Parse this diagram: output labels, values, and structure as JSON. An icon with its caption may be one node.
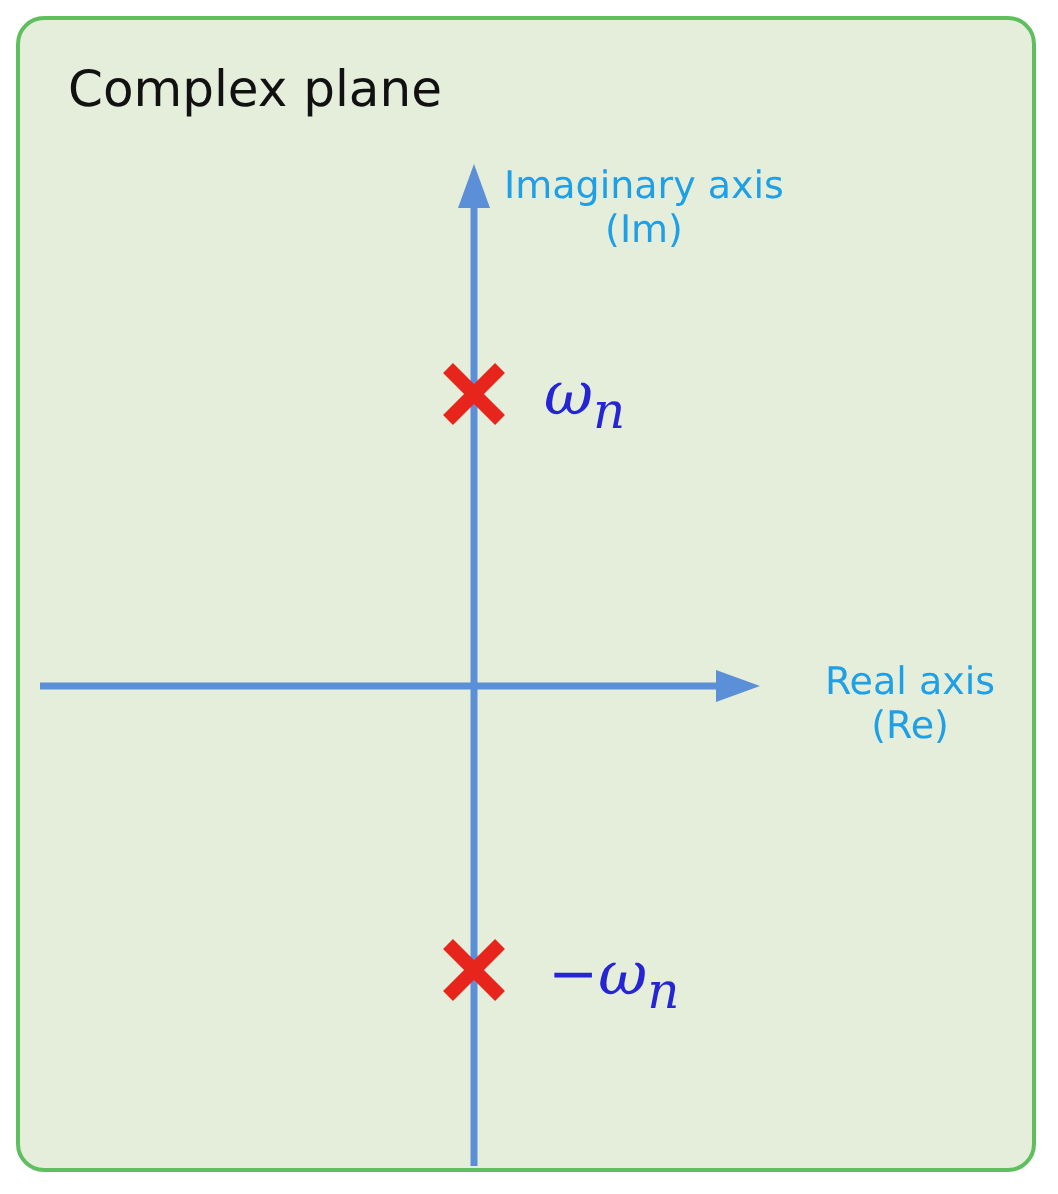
{
  "diagram": {
    "nodes": [
      {
        "text": [
          "Complex plane"
        ]
      }
    ],
    "labels": [
      "Imaginary axis (Im)",
      "ω$_{n}$",
      "Real axis (Re)",
      "−ω$_{n}$"
    ]
  }
}
